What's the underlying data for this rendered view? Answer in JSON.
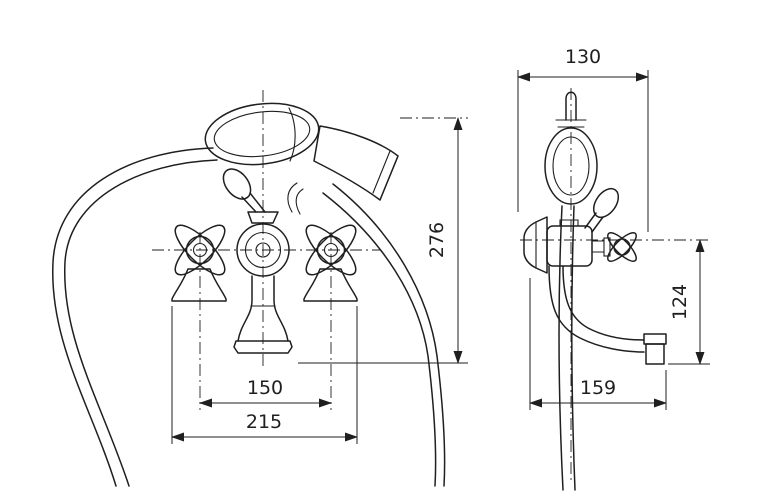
{
  "drawing": {
    "name": "bath-shower-mixer-technical-drawing",
    "colors": {
      "ink": "#1f1f1f",
      "background": "#ffffff"
    },
    "views": {
      "front": "front-view",
      "side": "side-view"
    },
    "dims": {
      "top_width": "130",
      "overall_height": "276",
      "spout_drop": "124",
      "handle_spacing": "150",
      "overall_width": "215",
      "side_depth": "159"
    }
  }
}
